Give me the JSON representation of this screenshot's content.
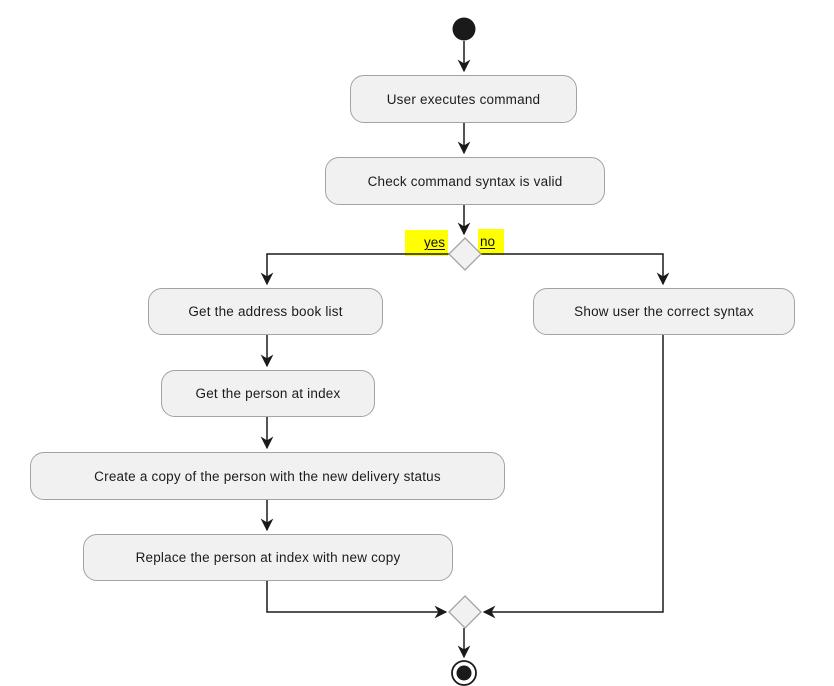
{
  "diagram": {
    "type": "uml-activity-diagram",
    "actions": {
      "user_executes": {
        "label": "User executes command"
      },
      "check_syntax": {
        "label": "Check command syntax is valid"
      },
      "get_address_book": {
        "label": "Get the address book list"
      },
      "get_person": {
        "label": "Get the person at index"
      },
      "create_copy": {
        "label": "Create a copy of the person with the new delivery status"
      },
      "replace_person": {
        "label": "Replace the person at index with new copy"
      },
      "show_syntax": {
        "label": "Show user the correct syntax"
      }
    },
    "decision": {
      "yes_label": "yes",
      "no_label": "no",
      "highlight_color": "#ffff00"
    },
    "nodes": {
      "start": "initial-node",
      "decision": "syntax-valid-decision",
      "merge": "merge-node",
      "end": "final-node"
    },
    "edges": [
      {
        "from": "start",
        "to": "User executes command",
        "label": ""
      },
      {
        "from": "User executes command",
        "to": "Check command syntax is valid",
        "label": ""
      },
      {
        "from": "Check command syntax is valid",
        "to": "decision",
        "label": ""
      },
      {
        "from": "decision",
        "to": "Get the address book list",
        "label": "yes"
      },
      {
        "from": "decision",
        "to": "Show user the correct syntax",
        "label": "no"
      },
      {
        "from": "Get the address book list",
        "to": "Get the person at index",
        "label": ""
      },
      {
        "from": "Get the person at index",
        "to": "Create a copy of the person with the new delivery status",
        "label": ""
      },
      {
        "from": "Create a copy of the person with the new delivery status",
        "to": "Replace the person at index with new copy",
        "label": ""
      },
      {
        "from": "Replace the person at index with new copy",
        "to": "merge",
        "label": ""
      },
      {
        "from": "Show user the correct syntax",
        "to": "merge",
        "label": ""
      },
      {
        "from": "merge",
        "to": "end",
        "label": ""
      }
    ],
    "colors": {
      "node_fill": "#f1f1f1",
      "node_border": "#a3a3a3",
      "edge": "#1a1a1a",
      "highlight": "#ffff00",
      "background": "#ffffff"
    }
  }
}
